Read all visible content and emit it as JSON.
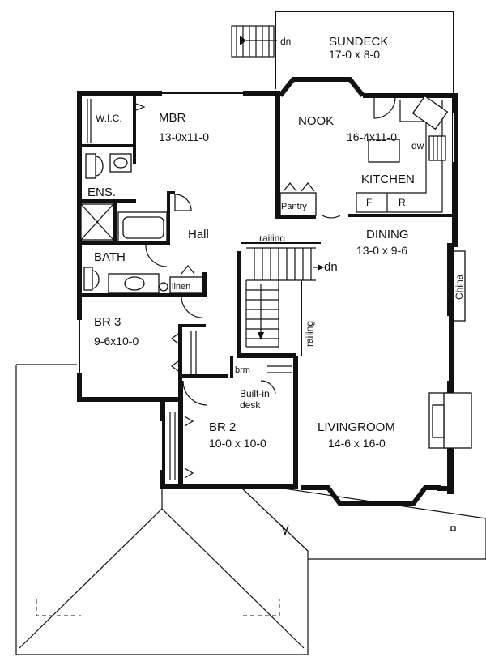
{
  "rooms": {
    "sundeck": {
      "name": "SUNDECK",
      "size": "17-0 x 8-0"
    },
    "nook": {
      "name": "NOOK",
      "size": "16-4x11-0"
    },
    "kitchen": {
      "name": "KITCHEN"
    },
    "mbr": {
      "name": "MBR",
      "size": "13-0x11-0"
    },
    "wic": {
      "name": "W.I.C."
    },
    "ens": {
      "name": "ENS."
    },
    "hall": {
      "name": "Hall"
    },
    "bath": {
      "name": "BATH"
    },
    "dining": {
      "name": "DINING",
      "size": "13-0 x 9-6"
    },
    "br3": {
      "name": "BR 3",
      "size": "9-6x10-0"
    },
    "br2": {
      "name": "BR 2",
      "size": "10-0 x 10-0"
    },
    "livingroom": {
      "name": "LIVINGROOM",
      "size": "14-6 x 16-0"
    }
  },
  "labels": {
    "dn_deck": "dn",
    "dn_stairs": "dn",
    "dw": "dw",
    "pantry": "Pantry",
    "fridge": "F",
    "range": "R",
    "railing_top": "railing",
    "railing_side": "railing",
    "china": "China",
    "linen": "linen",
    "brm": "brm",
    "desk_line1": "Built-in",
    "desk_line2": "desk"
  }
}
